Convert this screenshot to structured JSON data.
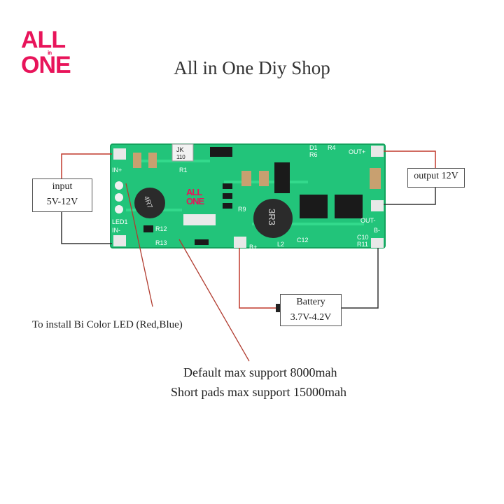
{
  "brand": {
    "logo_top": "ALL",
    "logo_small": "in",
    "logo_bottom": "ONE",
    "accent_color": "#e8145a"
  },
  "title": "All in One Diy Shop",
  "labels": {
    "input_line1": "input",
    "input_line2": "5V-12V",
    "output": "output 12V",
    "battery_line1": "Battery",
    "battery_line2": "3.7V-4.2V",
    "led_note": "To install Bi Color LED (Red,Blue)",
    "capacity_line1": "Default max support 8000mah",
    "capacity_line2": "Short pads max support 15000mah"
  },
  "pcb": {
    "silkscreen": {
      "in_plus": "IN+",
      "in_minus": "IN-",
      "led1": "LED1",
      "out_plus": "OUT+",
      "out_minus": "OUT-",
      "b_plus": "B+",
      "b_minus": "B-",
      "jk": "JK",
      "jk_code": "110",
      "inductor1": "4R7",
      "inductor2": "3R3",
      "r12": "R12",
      "r13": "R13",
      "c12": "C12",
      "c10": "C10",
      "r11": "R11",
      "d1": "D1",
      "r6": "R6",
      "r4": "R4",
      "r9": "R9",
      "r1": "R1",
      "l2": "L2"
    },
    "board_color": "#22c47a"
  }
}
